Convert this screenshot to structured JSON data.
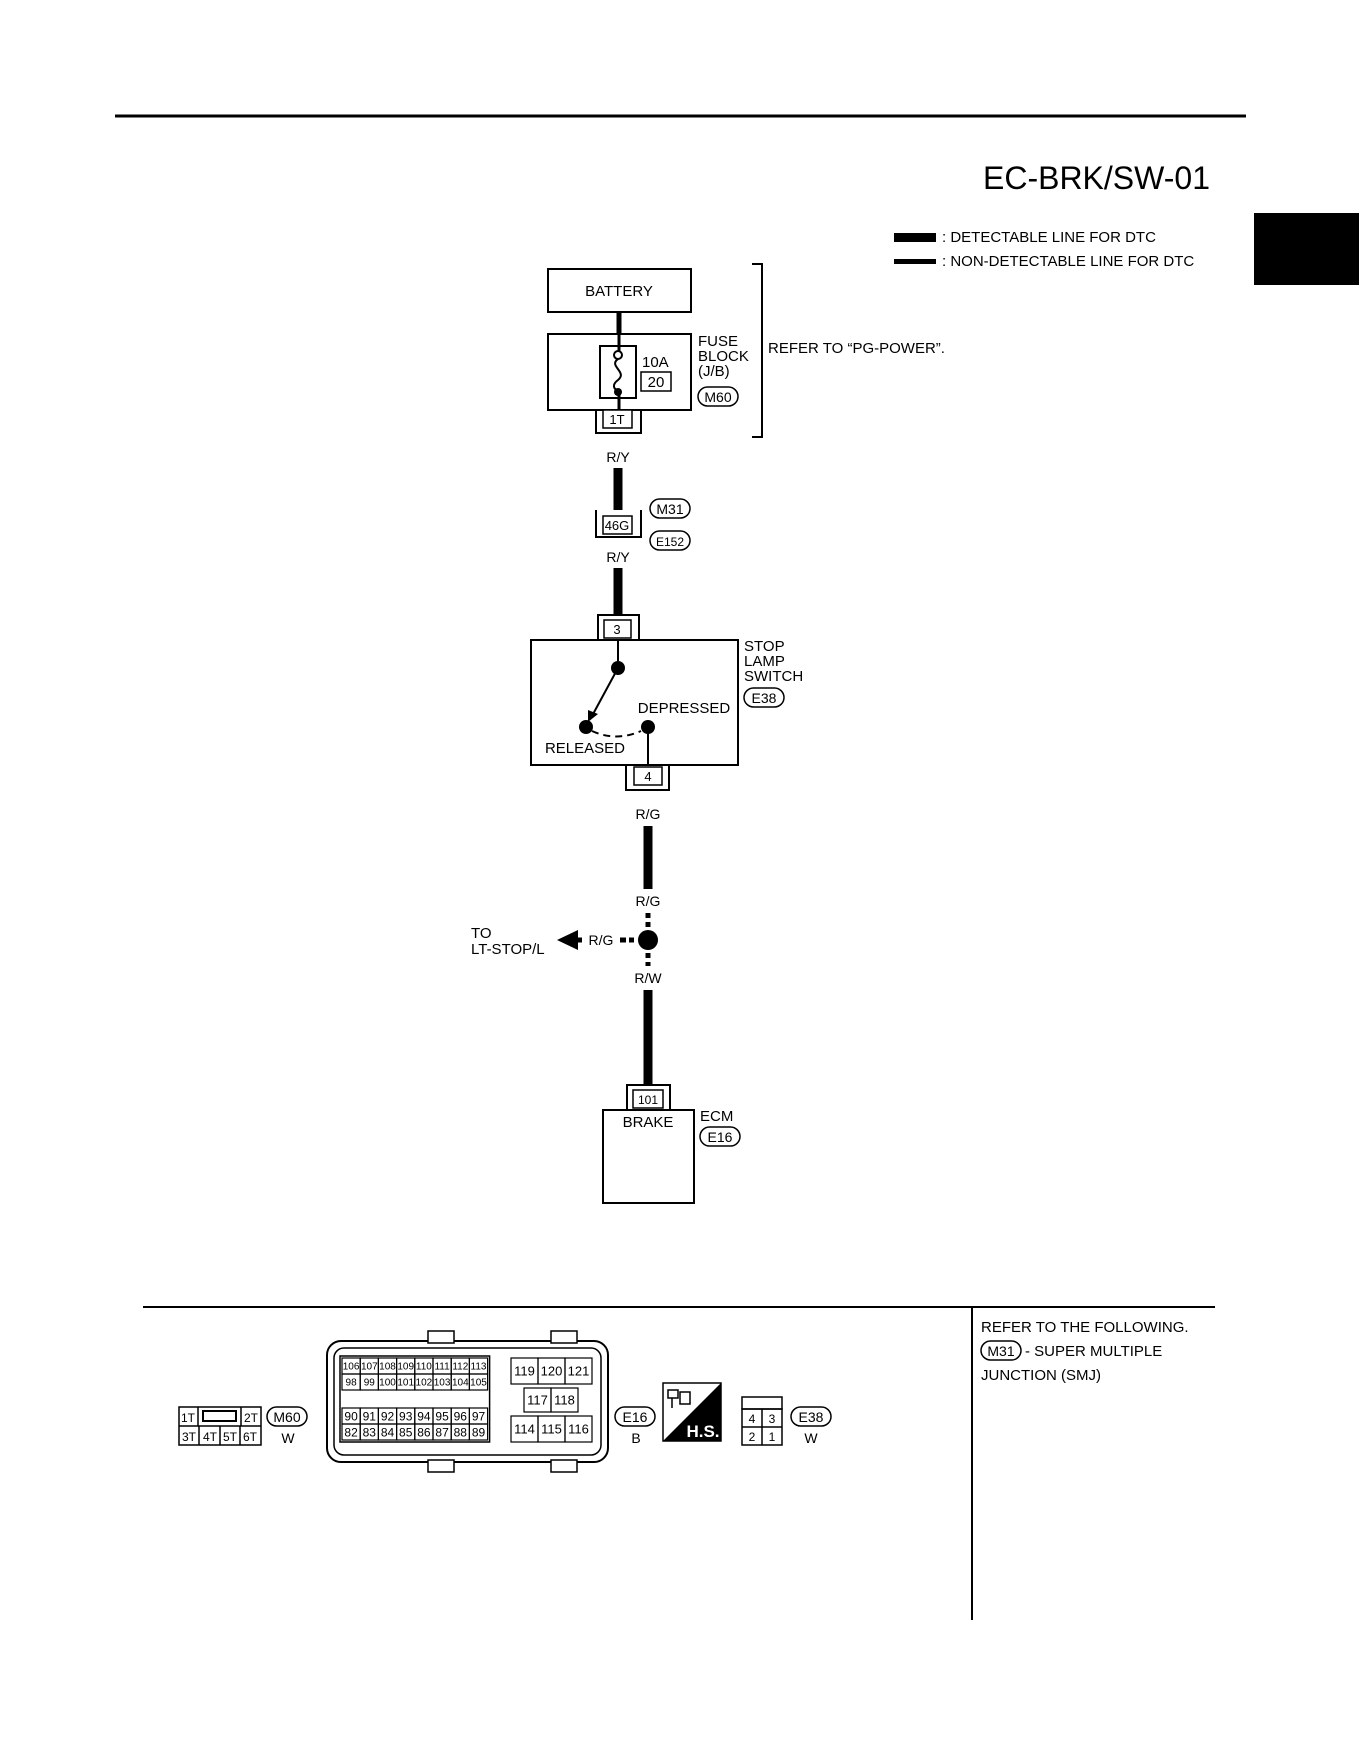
{
  "page_title": "EC-BRK/SW-01",
  "legend": {
    "detectable": ": DETECTABLE LINE FOR DTC",
    "non_detectable": ": NON-DETECTABLE LINE FOR DTC"
  },
  "battery": "BATTERY",
  "fuse": {
    "amperage": "10A",
    "number": "20",
    "block_line1": "FUSE",
    "block_line2": "BLOCK",
    "block_line3": "(J/B)",
    "connector": "M60",
    "terminal": "1T",
    "refer": "REFER TO “PG-POWER”."
  },
  "wires": {
    "w1": "R/Y",
    "w2": "R/Y",
    "w3": "R/G",
    "w4": "R/G",
    "w5": "R/G",
    "w6": "R/W"
  },
  "junction": {
    "terminal": "46G",
    "connector_top": "M31",
    "connector_bottom": "E152"
  },
  "stop_lamp_switch": {
    "line1": "STOP",
    "line2": "LAMP",
    "line3": "SWITCH",
    "connector": "E38",
    "terminal_in": "3",
    "terminal_out": "4",
    "depressed": "DEPRESSED",
    "released": "RELEASED"
  },
  "branch": {
    "line1": "TO",
    "line2": "LT-STOP/L"
  },
  "ecm": {
    "terminal": "101",
    "brake": "BRAKE",
    "label": "ECM",
    "connector": "E16"
  },
  "connectors": {
    "m60": {
      "id": "M60",
      "color": "W",
      "top_row": [
        "1T",
        "2T"
      ],
      "bottom_row": [
        "3T",
        "4T",
        "5T",
        "6T"
      ]
    },
    "e16": {
      "id": "E16",
      "color": "B",
      "row1": [
        "106",
        "107",
        "108",
        "109",
        "110",
        "111",
        "112",
        "113"
      ],
      "row2": [
        "98",
        "99",
        "100",
        "101",
        "102",
        "103",
        "104",
        "105"
      ],
      "row3": [
        "90",
        "91",
        "92",
        "93",
        "94",
        "95",
        "96",
        "97"
      ],
      "row4": [
        "82",
        "83",
        "84",
        "85",
        "86",
        "87",
        "88",
        "89"
      ],
      "right_top": [
        "119",
        "120",
        "121"
      ],
      "right_mid": [
        "117",
        "118"
      ],
      "right_bottom": [
        "114",
        "115",
        "116"
      ]
    },
    "hs_label": "H.S.",
    "e38": {
      "id": "E38",
      "color": "W",
      "top_row": [
        "4",
        "3"
      ],
      "bottom_row": [
        "2",
        "1"
      ]
    }
  },
  "notes": {
    "line1": "REFER TO THE FOLLOWING.",
    "smj_connector": "M31",
    "line2": "- SUPER MULTIPLE",
    "line3": "JUNCTION (SMJ)"
  }
}
